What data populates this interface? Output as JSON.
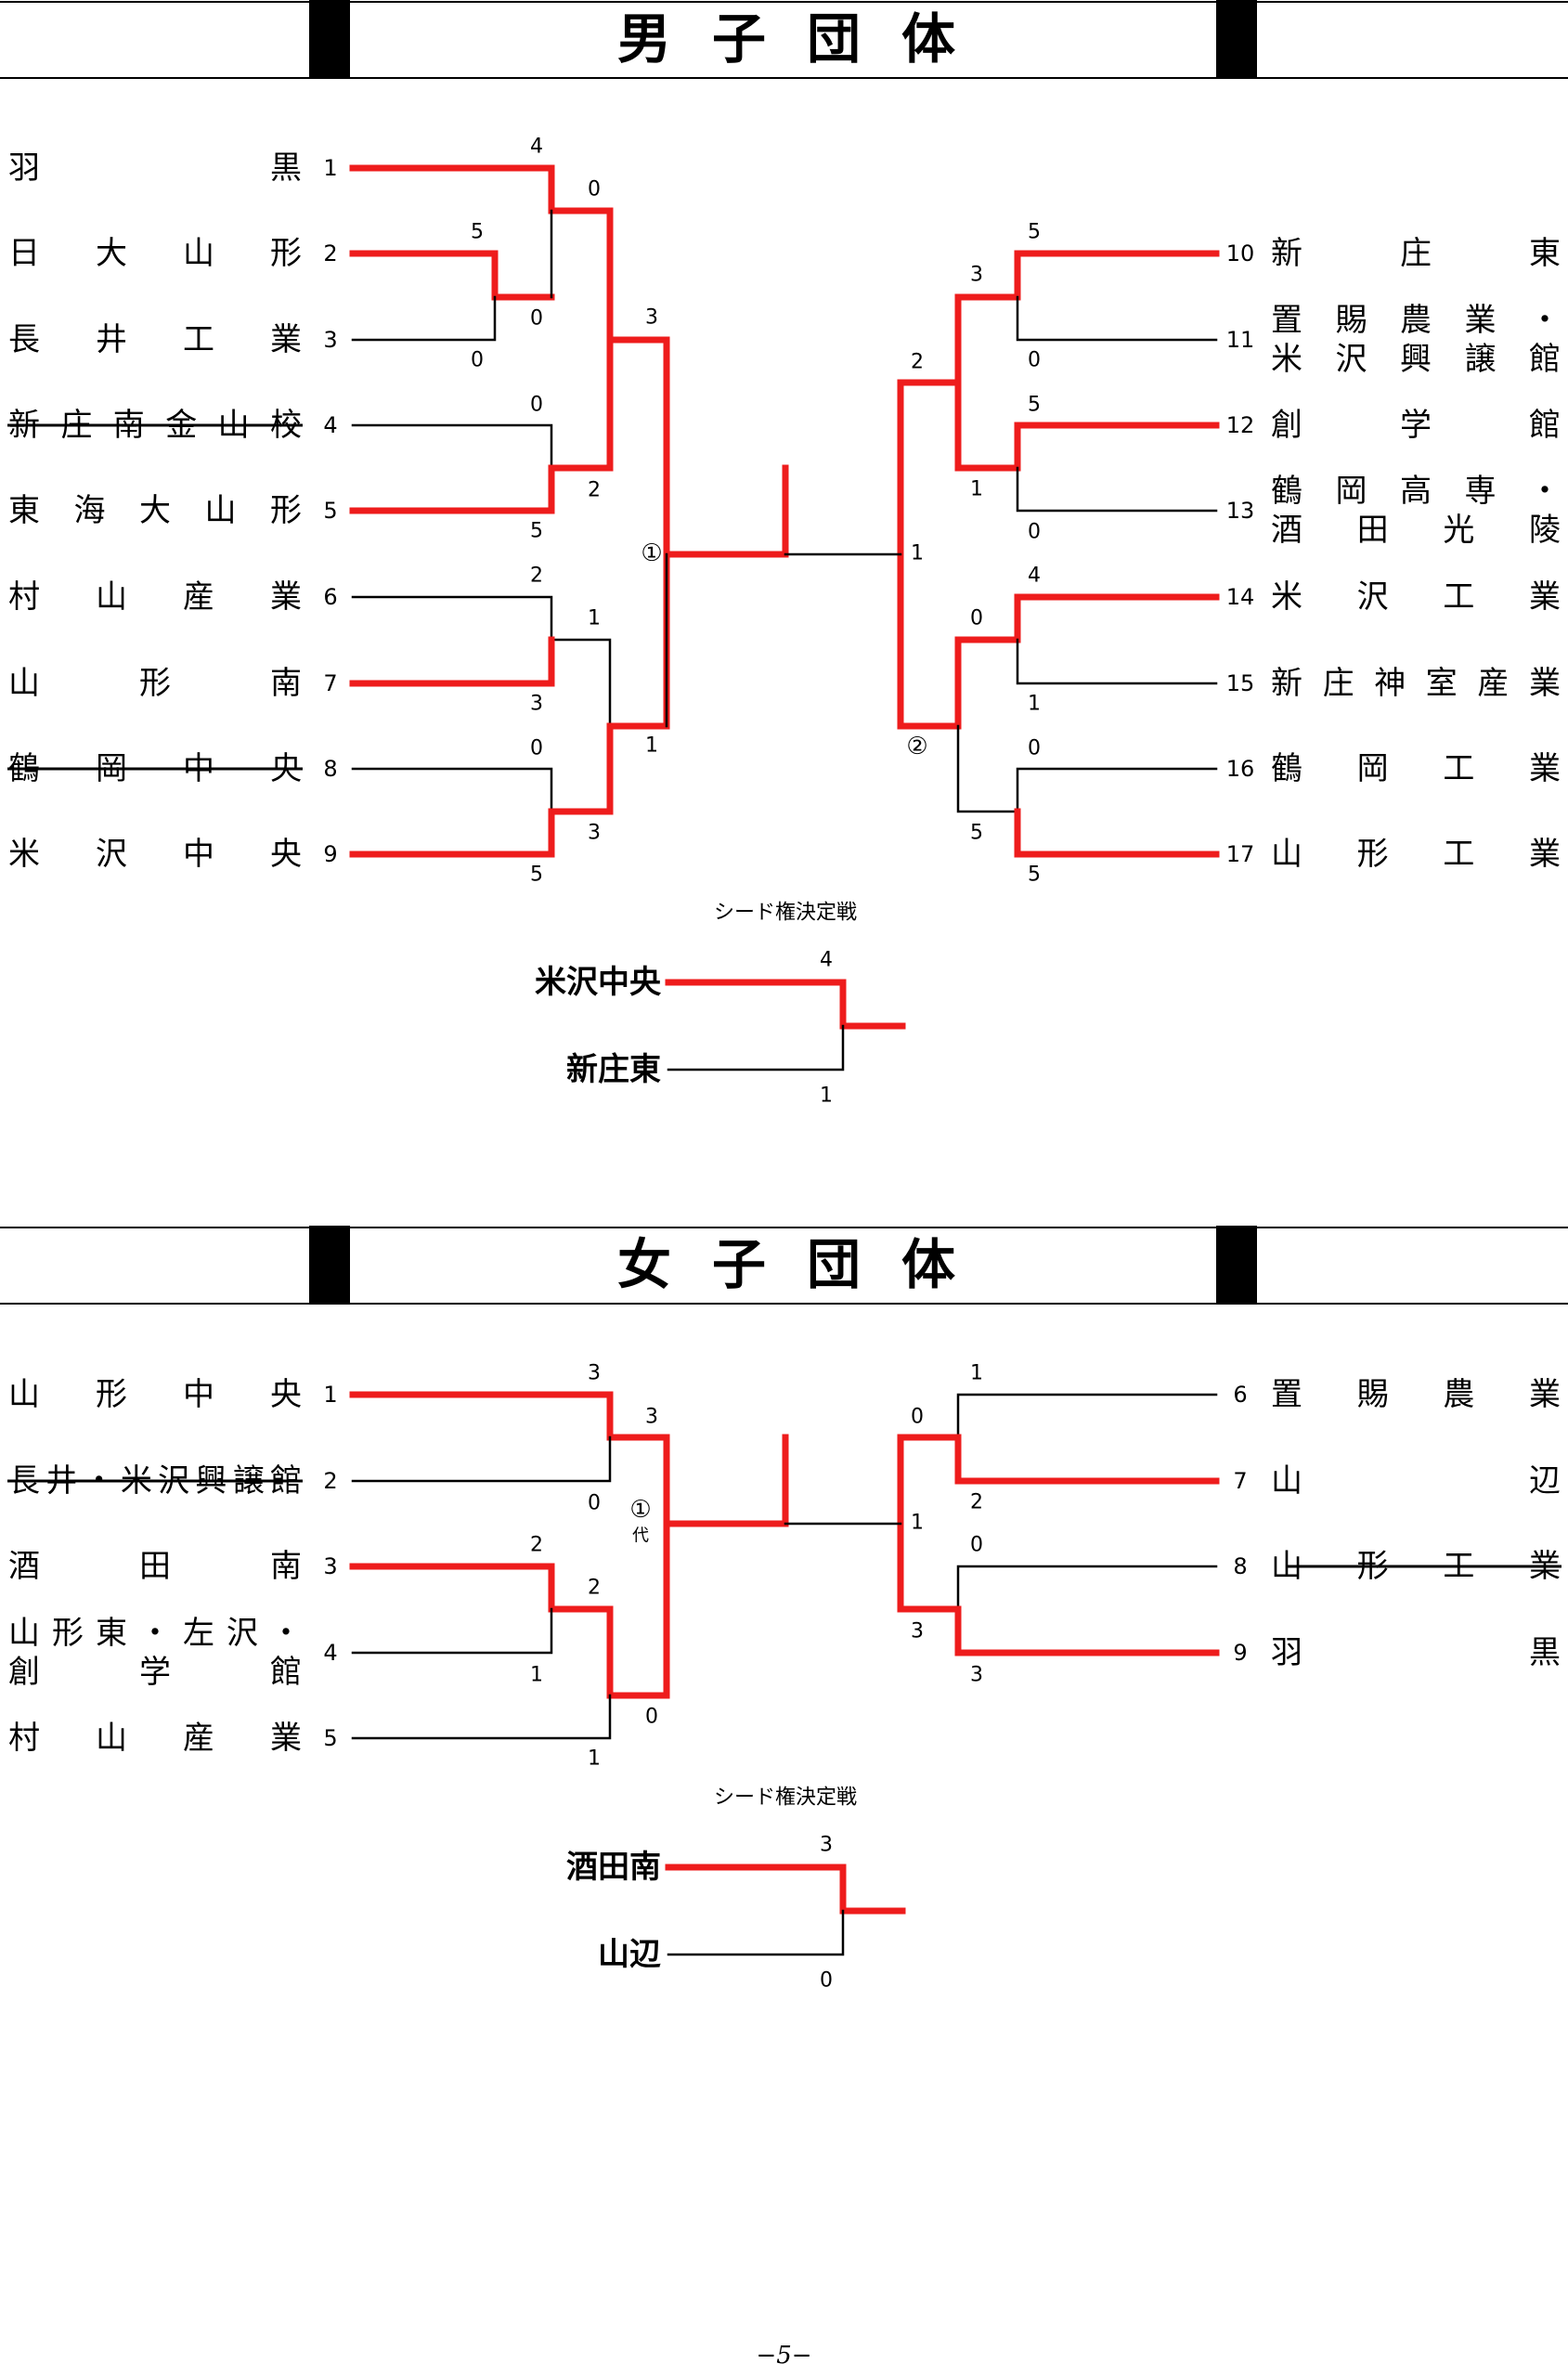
{
  "sections": [
    {
      "title": "男子団体",
      "left_teams": [
        {
          "seed": "1",
          "lines": [
            "羽　黒"
          ],
          "struck": false
        },
        {
          "seed": "2",
          "lines": [
            "日大山形"
          ],
          "struck": false
        },
        {
          "seed": "3",
          "lines": [
            "長井工業"
          ],
          "struck": false
        },
        {
          "seed": "4",
          "lines": [
            "新庄南金山校"
          ],
          "struck": true
        },
        {
          "seed": "5",
          "lines": [
            "東海大山形"
          ],
          "struck": false
        },
        {
          "seed": "6",
          "lines": [
            "村山産業"
          ],
          "struck": false
        },
        {
          "seed": "7",
          "lines": [
            "山形南"
          ],
          "struck": false
        },
        {
          "seed": "8",
          "lines": [
            "鶴岡中央"
          ],
          "struck": true
        },
        {
          "seed": "9",
          "lines": [
            "米沢中央"
          ],
          "struck": false
        }
      ],
      "right_teams": [
        {
          "seed": "10",
          "lines": [
            "新庄東"
          ],
          "struck": false
        },
        {
          "seed": "11",
          "lines": [
            "置賜農業・",
            "米沢興譲館"
          ],
          "struck": false
        },
        {
          "seed": "12",
          "lines": [
            "創学館"
          ],
          "struck": false
        },
        {
          "seed": "13",
          "lines": [
            "鶴岡高専・",
            "酒田光陵"
          ],
          "struck": false
        },
        {
          "seed": "14",
          "lines": [
            "米沢工業"
          ],
          "struck": false
        },
        {
          "seed": "15",
          "lines": [
            "新庄神室産業"
          ],
          "struck": false
        },
        {
          "seed": "16",
          "lines": [
            "鶴岡工業"
          ],
          "struck": false
        },
        {
          "seed": "17",
          "lines": [
            "山形工業"
          ],
          "struck": false
        }
      ],
      "scores": [
        "4",
        "0",
        "5",
        "0",
        "0",
        "3",
        "0",
        "2",
        "5",
        "2",
        "1",
        "3",
        "0",
        "1",
        "3",
        "5",
        "5",
        "3",
        "0",
        "2",
        "5",
        "1",
        "0",
        "1",
        "4",
        "0",
        "1",
        "0",
        "5",
        "5"
      ],
      "markers": [
        "①",
        "②"
      ],
      "seed_match": {
        "caption": "シード権決定戦",
        "top_team": "米沢中央",
        "top_score": "4",
        "bottom_team": "新庄東",
        "bottom_score": "1"
      }
    },
    {
      "title": "女子団体",
      "left_teams": [
        {
          "seed": "1",
          "lines": [
            "山形中央"
          ],
          "struck": false
        },
        {
          "seed": "2",
          "lines": [
            "長井・米沢興譲館"
          ],
          "struck": true
        },
        {
          "seed": "3",
          "lines": [
            "酒田南"
          ],
          "struck": false
        },
        {
          "seed": "4",
          "lines": [
            "山形東・左沢・",
            "創学館"
          ],
          "struck": false
        },
        {
          "seed": "5",
          "lines": [
            "村山産業"
          ],
          "struck": false
        }
      ],
      "right_teams": [
        {
          "seed": "6",
          "lines": [
            "置賜農業"
          ],
          "struck": false
        },
        {
          "seed": "7",
          "lines": [
            "山辺"
          ],
          "struck": false
        },
        {
          "seed": "8",
          "lines": [
            "山形工業"
          ],
          "struck": true
        },
        {
          "seed": "9",
          "lines": [
            "羽黒"
          ],
          "struck": false
        }
      ],
      "scores": [
        "3",
        "0",
        "3",
        "2",
        "2",
        "1",
        "0",
        "1",
        "1",
        "0",
        "2",
        "0",
        "1",
        "3",
        "3"
      ],
      "markers": [
        "①",
        "代"
      ],
      "seed_match": {
        "caption": "シード権決定戦",
        "top_team": "酒田南",
        "top_score": "3",
        "bottom_team": "山辺",
        "bottom_score": "0"
      }
    }
  ],
  "page_number": "−5−",
  "colors": {
    "win_line": "#ee1c1c",
    "line": "#000000",
    "title_block": "#000000"
  }
}
